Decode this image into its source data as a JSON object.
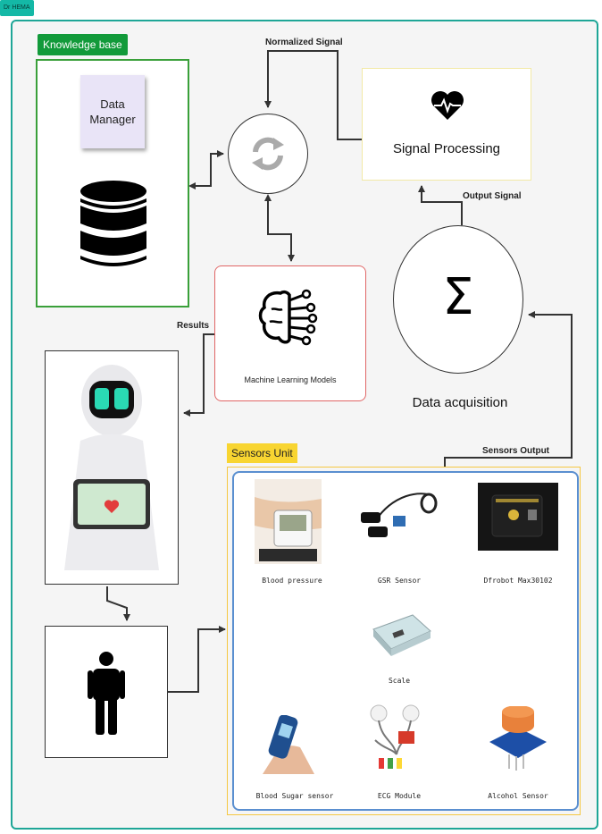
{
  "author_tag": "Dr HEMA",
  "knowledge_base": {
    "title": "Knowledge base",
    "note": "Data Manager"
  },
  "signal_processing": {
    "label": "Signal Processing"
  },
  "ml": {
    "label": "Machine Learning Models"
  },
  "data_acquisition": {
    "label": "Data acquisition",
    "symbol": "Σ"
  },
  "edges": {
    "normalized": "Normalized Signal",
    "output": "Output Signal",
    "results": "Results",
    "sensors_output": "Sensors Output"
  },
  "sensors_unit": {
    "title": "Sensors Unit",
    "items": [
      "Blood pressure",
      "GSR Sensor",
      "Dfrobot Max30102",
      "Scale",
      "Blood Sugar sensor",
      "ECG Module",
      "Alcohol Sensor"
    ]
  },
  "colors": {
    "board_border": "#1fa697",
    "kb_border": "#3aa03a",
    "kb_tag": "#129a3a",
    "ml_border": "#e06666",
    "sensors_tag": "#f8d531",
    "sensors_border": "#5a8fd0"
  }
}
